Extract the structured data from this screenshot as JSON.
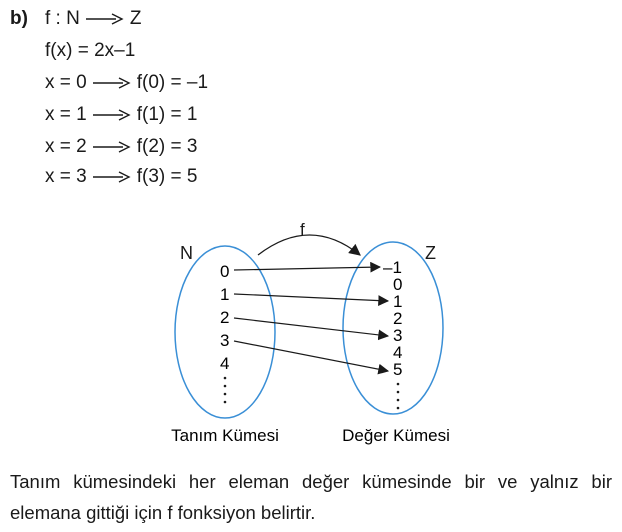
{
  "part": {
    "label": "b)"
  },
  "lines": {
    "l1_left": "f : N",
    "l1_right": "Z",
    "l2": "f(x) = 2x–1",
    "l3_left": "x = 0",
    "l3_right": "f(0) = –1",
    "l4_left": "x = 1",
    "l4_right": "f(1) = 1",
    "l5_left": "x = 2",
    "l5_right": "f(2) = 3",
    "l6_left": "x = 3",
    "l6_right": "f(3) = 5"
  },
  "diagram": {
    "domain_set_name": "N",
    "codomain_set_name": "Z",
    "function_name": "f",
    "domain_elements": [
      "0",
      "1",
      "2",
      "3",
      "4"
    ],
    "codomain_elements": [
      "–1",
      "0",
      "1",
      "2",
      "3",
      "4",
      "5"
    ],
    "domain_caption": "Tanım Kümesi",
    "codomain_caption": "Değer Kümesi",
    "mappings": [
      {
        "from": "0",
        "to": "–1"
      },
      {
        "from": "1",
        "to": "1"
      },
      {
        "from": "2",
        "to": "3"
      },
      {
        "from": "3",
        "to": "5"
      }
    ]
  },
  "caption": {
    "line1": "Tanım kümesindeki her eleman değer kümesinde bir ve yalnız bir",
    "line2": "elemana gittiği için f fonksiyon belirtir."
  }
}
